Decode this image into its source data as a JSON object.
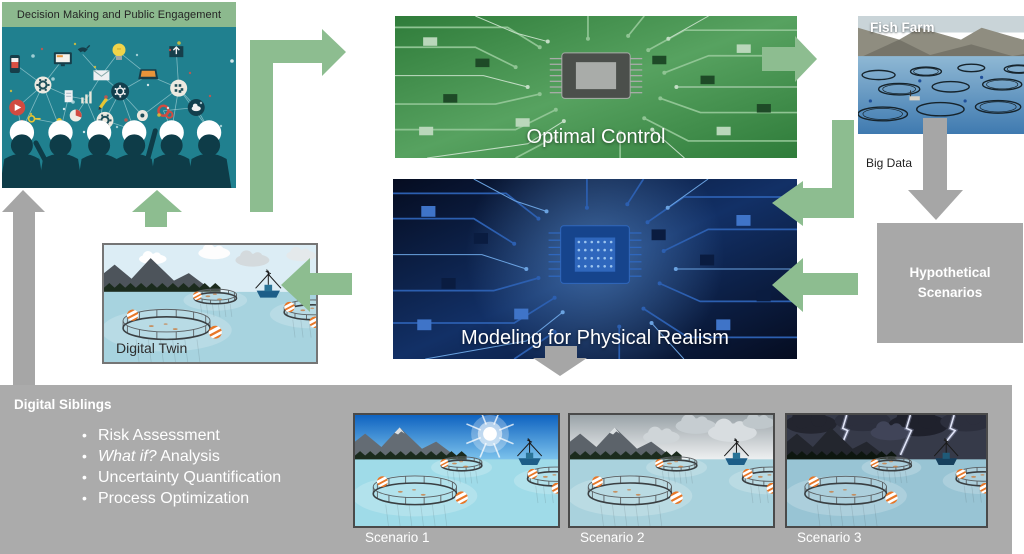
{
  "blocks": {
    "decision": {
      "title": "Decision Making and Public Engagement"
    },
    "optimal": {
      "label": "Optimal Control"
    },
    "fish_farm": {
      "label": "Fish Farm"
    },
    "modeling": {
      "label": "Modeling for Physical Realism"
    },
    "digital_twin": {
      "label": "Digital Twin"
    },
    "hypothetical": {
      "line1": "Hypothetical",
      "line2": "Scenarios"
    },
    "big_data": {
      "label": "Big Data"
    }
  },
  "panel": {
    "title": "Digital Siblings",
    "bullets": [
      {
        "italic": "",
        "text": "Risk Assessment"
      },
      {
        "italic": "What if?",
        "text": " Analysis"
      },
      {
        "italic": "",
        "text": "Uncertainty Quantification"
      },
      {
        "italic": "",
        "text": "Process Optimization"
      }
    ]
  },
  "scenarios": [
    {
      "label": "Scenario 1",
      "weather": "sunny"
    },
    {
      "label": "Scenario 2",
      "weather": "overcast"
    },
    {
      "label": "Scenario 3",
      "weather": "storm"
    }
  ],
  "colors": {
    "arrow_green": "#8dbd90",
    "arrow_gray": "#a6a6a6",
    "panel_gray": "#ababab",
    "box_gray": "#a8a8a8",
    "header_green": "#8cb98e"
  }
}
